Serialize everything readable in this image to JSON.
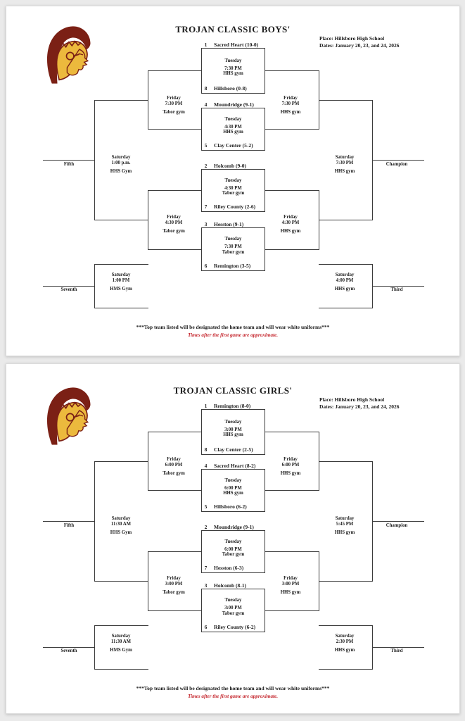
{
  "page": {
    "background_color": "#eaeaea",
    "card_color": "#ffffff"
  },
  "logo": {
    "name": "Trojan mascot logo",
    "maroon": "#7b2015",
    "gold": "#ecb93d"
  },
  "shared": {
    "footnote_bold": "***Top team listed will be designated the home team and will wear white uniforms***",
    "footnote_red": "Times after the first game are approximate.",
    "red_color": "#c4242b"
  },
  "brackets": [
    {
      "title": "TROJAN CLASSIC BOYS'",
      "place": "Place: Hillsboro High School",
      "dates": "Dates: January 20, 23, and 24, 2026",
      "games": [
        {
          "top_seed": "1",
          "top_team": "Sacred Heart (10-0)",
          "bottom_seed": "8",
          "bottom_team": "Hillsboro (0-8)",
          "day": "Tuesday",
          "time": "7:30 PM",
          "gym": "HHS gym"
        },
        {
          "top_seed": "4",
          "top_team": "Moundridge (9-1)",
          "bottom_seed": "5",
          "bottom_team": "Clay Center (5-2)",
          "day": "Tuesday",
          "time": "4:30 PM",
          "gym": "HHS gym"
        },
        {
          "top_seed": "2",
          "top_team": "Holcomb (9-0)",
          "bottom_seed": "7",
          "bottom_team": "Riley County (2-6)",
          "day": "Tuesday",
          "time": "4:30 PM",
          "gym": "Tabor gym"
        },
        {
          "top_seed": "3",
          "top_team": "Hesston (9-1)",
          "bottom_seed": "6",
          "bottom_team": "Remington (3-5)",
          "day": "Tuesday",
          "time": "7:30 PM",
          "gym": "Tabor gym"
        }
      ],
      "round2": {
        "left_top": {
          "day": "Friday",
          "time": "7:30 PM",
          "gym": "Tabor gym"
        },
        "left_bottom": {
          "day": "Friday",
          "time": "4:30 PM",
          "gym": "Tabor gym"
        },
        "right_top": {
          "day": "Friday",
          "time": "7:30 PM",
          "gym": "HHS gym"
        },
        "right_bottom": {
          "day": "Friday",
          "time": "4:30 PM",
          "gym": "HHS gym"
        }
      },
      "placements": {
        "fifth": {
          "label": "Fifth",
          "day": "Saturday",
          "time": "1:00 p.m.",
          "gym": "HHS Gym"
        },
        "seventh": {
          "label": "Seventh",
          "day": "Saturday",
          "time": "1:00 PM",
          "gym": "HMS Gym"
        },
        "champion": {
          "label": "Champion",
          "day": "Saturday",
          "time": "7:30 PM",
          "gym": "HHS gym"
        },
        "third": {
          "label": "Third",
          "day": "Saturday",
          "time": "4:00 PM",
          "gym": "HHS gym"
        }
      }
    },
    {
      "title": "TROJAN CLASSIC GIRLS'",
      "place": "Place: Hillsboro High School",
      "dates": "Dates: January 20, 23, and 24, 2026",
      "games": [
        {
          "top_seed": "1",
          "top_team": "Remington (8-0)",
          "bottom_seed": "8",
          "bottom_team": "Clay Center (2-5)",
          "day": "Tuesday",
          "time": "3:00 PM",
          "gym": "HHS gym"
        },
        {
          "top_seed": "4",
          "top_team": "Sacred Heart (8-2)",
          "bottom_seed": "5",
          "bottom_team": "Hillsboro (6-2)",
          "day": "Tuesday",
          "time": "6:00 PM",
          "gym": "HHS gym"
        },
        {
          "top_seed": "2",
          "top_team": "Moundridge (9-1)",
          "bottom_seed": "7",
          "bottom_team": "Hesston (6-3)",
          "day": "Tuesday",
          "time": "6:00 PM",
          "gym": "Tabor gym"
        },
        {
          "top_seed": "3",
          "top_team": "Holcomb (8-1)",
          "bottom_seed": "6",
          "bottom_team": "Riley County (6-2)",
          "day": "Tuesday",
          "time": "3:00 PM",
          "gym": "Tabor gym"
        }
      ],
      "round2": {
        "left_top": {
          "day": "Friday",
          "time": "6:00 PM",
          "gym": "Tabor gym"
        },
        "left_bottom": {
          "day": "Friday",
          "time": "3:00 PM",
          "gym": "Tabor gym"
        },
        "right_top": {
          "day": "Friday",
          "time": "6:00 PM",
          "gym": "HHS gym"
        },
        "right_bottom": {
          "day": "Friday",
          "time": "3:00 PM",
          "gym": "HHS gym"
        }
      },
      "placements": {
        "fifth": {
          "label": "Fifth",
          "day": "Saturday",
          "time": "11:30 AM",
          "gym": "HHS Gym"
        },
        "seventh": {
          "label": "Seventh",
          "day": "Saturday",
          "time": "11:30 AM",
          "gym": "HMS Gym"
        },
        "champion": {
          "label": "Champion",
          "day": "Saturday",
          "time": "5:45 PM",
          "gym": "HHS gym"
        },
        "third": {
          "label": "Third",
          "day": "Saturday",
          "time": "2:30 PM",
          "gym": "HHS gym"
        }
      }
    }
  ]
}
